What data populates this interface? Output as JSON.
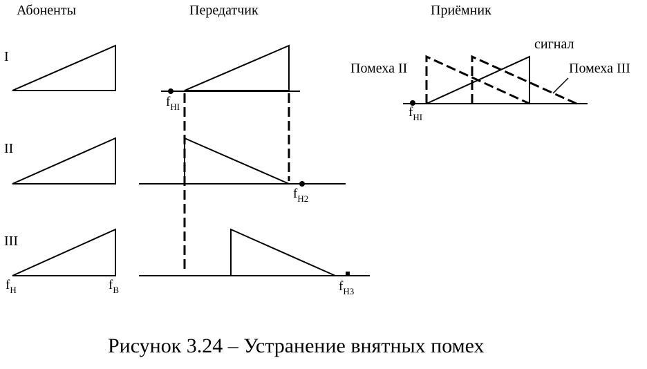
{
  "headers": {
    "subscribers": "Абоненты",
    "transmitter": "Передатчик",
    "receiver": "Приёмник"
  },
  "rows": {
    "row1": "I",
    "row2": "II",
    "row3": "III"
  },
  "freq": {
    "f_main": "f",
    "f_low_sub": "Н",
    "f_high_sub": "В",
    "f_n1_sub": "НI",
    "f_n2_sub": "Н2",
    "f_n3_sub": "Н3"
  },
  "receiver_labels": {
    "signal": "сигнал",
    "noise2": "Помеха II",
    "noise3": "Помеха III"
  },
  "caption": "Рисунок 3.24 – Устранение внятных помех"
}
